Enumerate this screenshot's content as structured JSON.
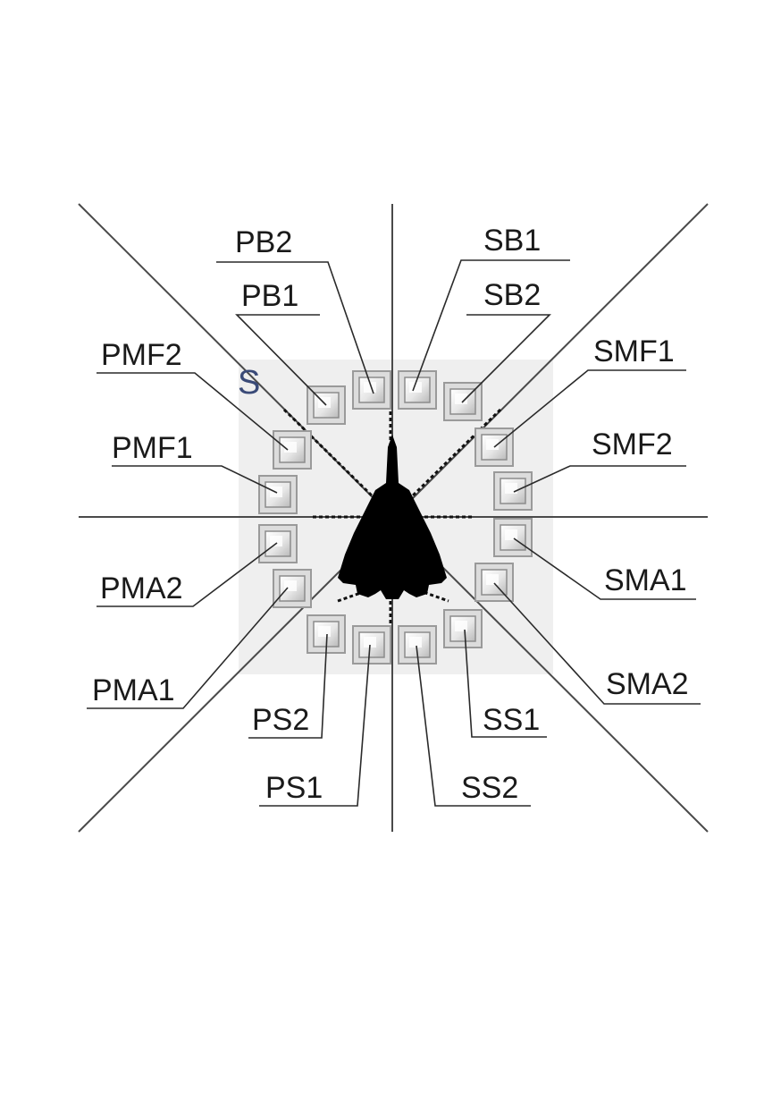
{
  "diagram": {
    "corner_mark": "S",
    "labels": {
      "pb2": "PB2",
      "pb1": "PB1",
      "pmf2": "PMF2",
      "pmf1": "PMF1",
      "pma2": "PMA2",
      "pma1": "PMA1",
      "ps2": "PS2",
      "ps1": "PS1",
      "sb1": "SB1",
      "sb2": "SB2",
      "smf1": "SMF1",
      "smf2": "SMF2",
      "sma1": "SMA1",
      "sma2": "SMA2",
      "ss1": "SS1",
      "ss2": "SS2"
    },
    "colors": {
      "panel": "#efefef",
      "aircraft": "#000000",
      "button_border": "#a8a8a8"
    },
    "icons": [
      "aircraft-silhouette-icon",
      "button-icon"
    ]
  }
}
